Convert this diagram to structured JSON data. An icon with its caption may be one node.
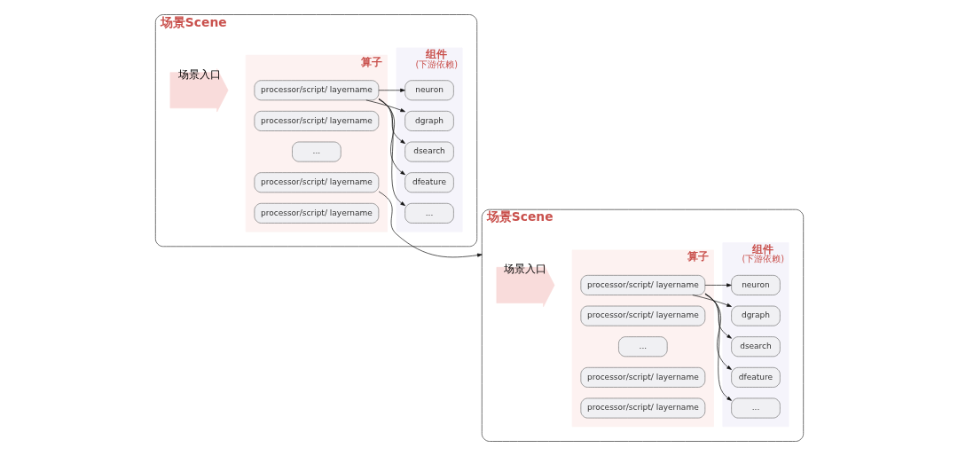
{
  "diagram": {
    "nodes": [
      {
        "text": [
          "场景Scene"
        ]
      },
      {
        "text": [
          "场景入口"
        ],
        "in": 0
      },
      {
        "text": [
          "算子"
        ],
        "in": 0
      },
      {
        "text": [
          "processor/script/ layername"
        ],
        "in": 2
      },
      {
        "text": [
          "processor/script/ layername"
        ],
        "in": 2
      },
      {
        "text": [
          "..."
        ],
        "in": 2
      },
      {
        "text": [
          "processor/script/ layername"
        ],
        "in": 2
      },
      {
        "text": [
          "processor/script/ layername"
        ],
        "in": 2
      },
      {
        "text": [
          "组件",
          "(下游依赖)"
        ],
        "in": 0
      },
      {
        "text": [
          "neuron"
        ],
        "in": 8
      },
      {
        "text": [
          "dgraph"
        ],
        "in": 8
      },
      {
        "text": [
          "dsearch"
        ],
        "in": 8
      },
      {
        "text": [
          "dfeature"
        ],
        "in": 8
      },
      {
        "text": [
          "..."
        ],
        "in": 8
      },
      {
        "text": [
          "场景Scene"
        ]
      },
      {
        "text": [
          "场景入口"
        ],
        "in": 14
      },
      {
        "text": [
          "算子"
        ],
        "in": 14
      },
      {
        "text": [
          "processor/script/ layername"
        ],
        "in": 16
      },
      {
        "text": [
          "processor/script/ layername"
        ],
        "in": 16
      },
      {
        "text": [
          "..."
        ],
        "in": 16
      },
      {
        "text": [
          "processor/script/ layername"
        ],
        "in": 16
      },
      {
        "text": [
          "processor/script/ layername"
        ],
        "in": 16
      },
      {
        "text": [
          "组件",
          "(下游依赖)"
        ],
        "in": 14
      },
      {
        "text": [
          "neuron"
        ],
        "in": 22
      },
      {
        "text": [
          "dgraph"
        ],
        "in": 22
      },
      {
        "text": [
          "dsearch"
        ],
        "in": 22
      },
      {
        "text": [
          "dfeature"
        ],
        "in": 22
      },
      {
        "text": [
          "..."
        ],
        "in": 22
      }
    ],
    "edges": [
      {
        "from": 3,
        "to": 9,
        "arrow": "to"
      },
      {
        "from": 3,
        "to": 10,
        "arrow": "to"
      },
      {
        "from": 3,
        "to": 11,
        "arrow": "to"
      },
      {
        "from": 3,
        "to": 12,
        "arrow": "to"
      },
      {
        "from": 3,
        "to": 13,
        "arrow": "to"
      },
      {
        "from": 6,
        "to": 14,
        "arrow": "to"
      },
      {
        "from": 17,
        "to": 23,
        "arrow": "to"
      },
      {
        "from": 17,
        "to": 24,
        "arrow": "to"
      },
      {
        "from": 17,
        "to": 25,
        "arrow": "to"
      },
      {
        "from": 17,
        "to": 26,
        "arrow": "to"
      },
      {
        "from": 17,
        "to": 27,
        "arrow": "to"
      }
    ]
  }
}
